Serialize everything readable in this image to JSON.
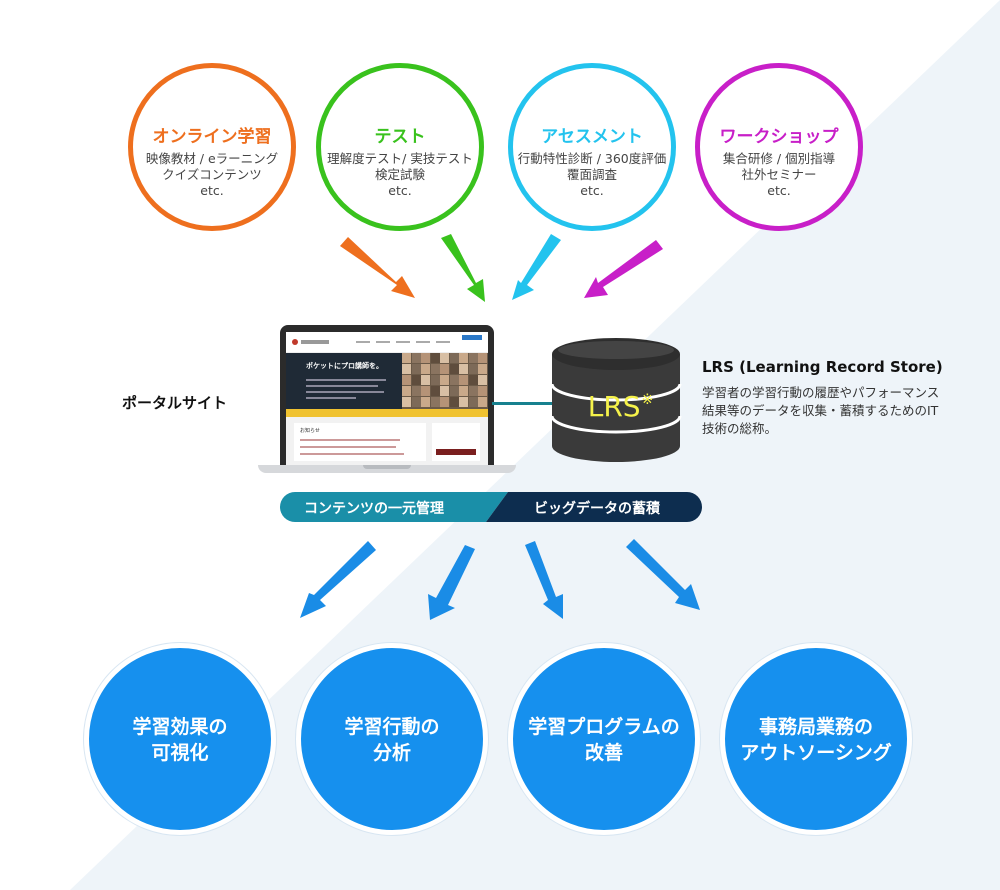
{
  "sources": [
    {
      "title": "オンライン学習",
      "lines": [
        "映像教材 / eラーニング",
        "クイズコンテンツ",
        "etc."
      ],
      "color": "#ee6f1e"
    },
    {
      "title": "テスト",
      "lines": [
        "理解度テスト/ 実技テスト",
        "検定試験",
        "etc."
      ],
      "color": "#39c21d"
    },
    {
      "title": "アセスメント",
      "lines": [
        "行動特性診断 / 360度評価",
        "覆面調査",
        "etc."
      ],
      "color": "#23c3ee"
    },
    {
      "title": "ワークショップ",
      "lines": [
        "集合研修 / 個別指導",
        "社外セミナー",
        "etc."
      ],
      "color": "#c81fc8"
    }
  ],
  "portal": {
    "label": "ポータルサイト",
    "hero_text": "ポケットにプロ講師を。",
    "news_label": "お知らせ"
  },
  "lrs": {
    "mark": "LRS",
    "mark_sup": "※",
    "title": "LRS (Learning Record Store)",
    "desc": [
      "学習者の学習行動の履歴やパフォーマンス",
      "結果等のデータを収集・蓄積するためのIT",
      "技術の総称。"
    ]
  },
  "banner": {
    "left": "コンテンツの一元管理",
    "right": "ビッグデータの蓄積",
    "left_color": "#1a8fa8",
    "right_color": "#0d2d4f"
  },
  "outcomes": [
    {
      "lines": [
        "学習効果の",
        "可視化"
      ]
    },
    {
      "lines": [
        "学習行動の",
        "分析"
      ]
    },
    {
      "lines": [
        "学習プログラムの",
        "改善"
      ]
    },
    {
      "lines": [
        "事務局業務の",
        "アウトソーシング"
      ]
    }
  ],
  "colors": {
    "outcome_fill": "#1690ee",
    "arrow_blue": "#1a8ce6",
    "db_fill": "#3a3a3a",
    "db_mark": "#f5f24a"
  }
}
